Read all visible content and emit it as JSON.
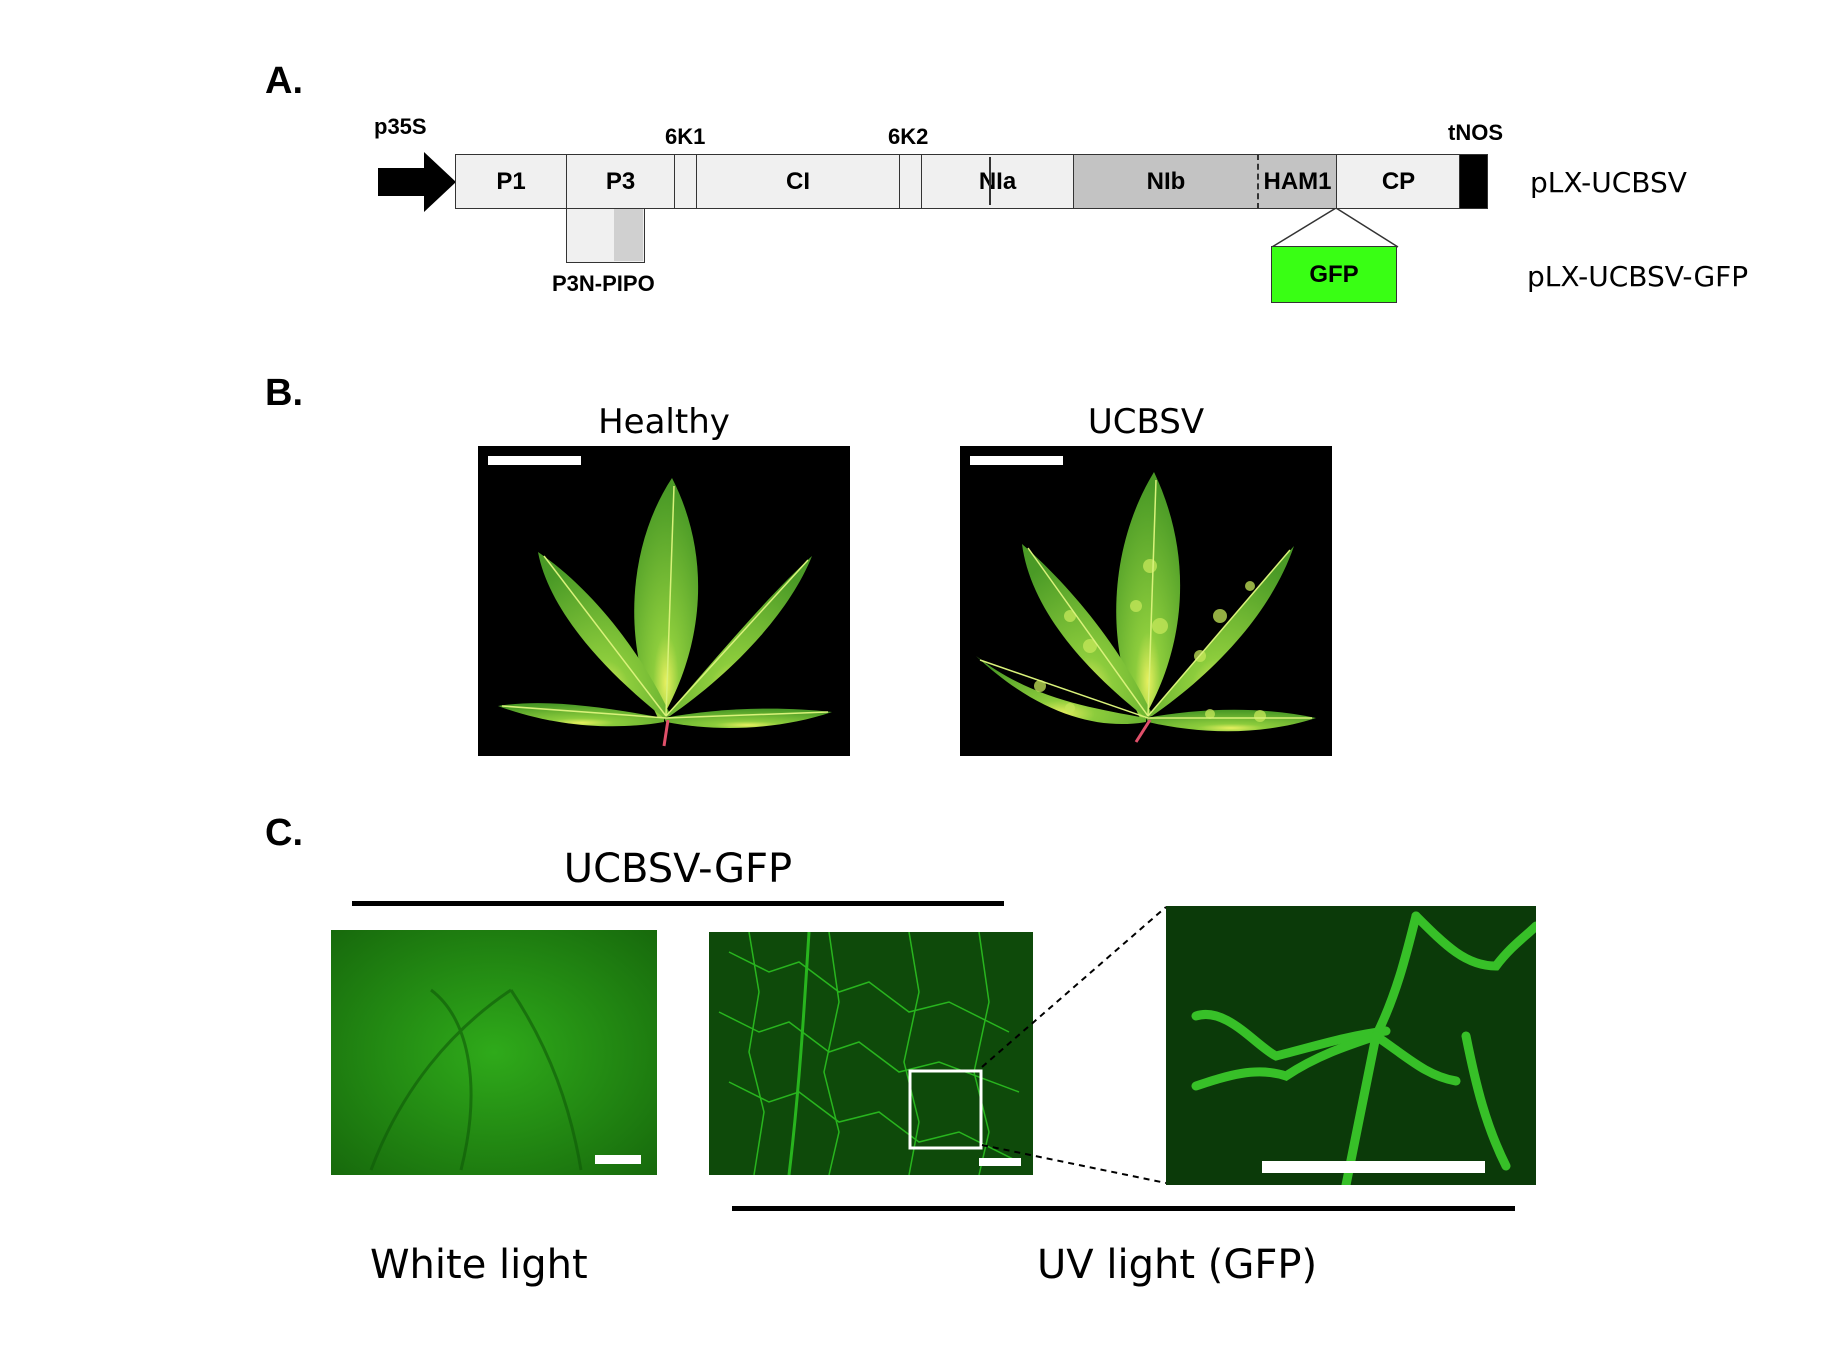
{
  "panel_labels": {
    "a": "A.",
    "b": "B.",
    "c": "C."
  },
  "panel_a": {
    "promoter": "p35S",
    "terminator": "tNOS",
    "small_labels": {
      "k1": "6K1",
      "k2": "6K2"
    },
    "segments": {
      "p1": "P1",
      "p3": "P3",
      "ci": "CI",
      "nia": "NIa",
      "nib": "NIb",
      "ham1": "HAM1",
      "cp": "CP"
    },
    "pipo": "P3N-PIPO",
    "gfp": "GFP",
    "constructs": {
      "top": "pLX-UCBSV",
      "bottom": "pLX-UCBSV-GFP"
    },
    "colors": {
      "gfp": "#39ff14",
      "segment_light": "#f0f0f0",
      "segment_gray": "#c3c3c3"
    }
  },
  "panel_b": {
    "healthy": "Healthy",
    "infected": "UCBSV"
  },
  "panel_c": {
    "top_group": "UCBSV-GFP",
    "white_light": "White light",
    "uv_light": "UV light (GFP)"
  }
}
